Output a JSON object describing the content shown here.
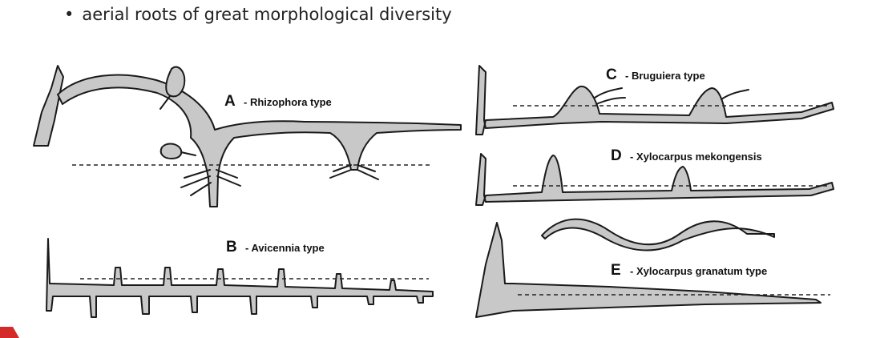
{
  "slide": {
    "bullet_marker": "•",
    "bullet_text": "aerial roots of great morphological diversity"
  },
  "diagram": {
    "panels": [
      {
        "letter": "A",
        "text": "- Rhizophora type"
      },
      {
        "letter": "B",
        "text": "- Avicennia type"
      },
      {
        "letter": "C",
        "text": "- Bruguiera type"
      },
      {
        "letter": "D",
        "text": "- Xylocarpus mekongensis"
      },
      {
        "letter": "E",
        "text": "- Xylocarpus granatum type"
      }
    ]
  },
  "colors": {
    "root_fill": "#c8c8c8",
    "root_stroke": "#1a1a1a",
    "accent": "#d42a2a"
  }
}
